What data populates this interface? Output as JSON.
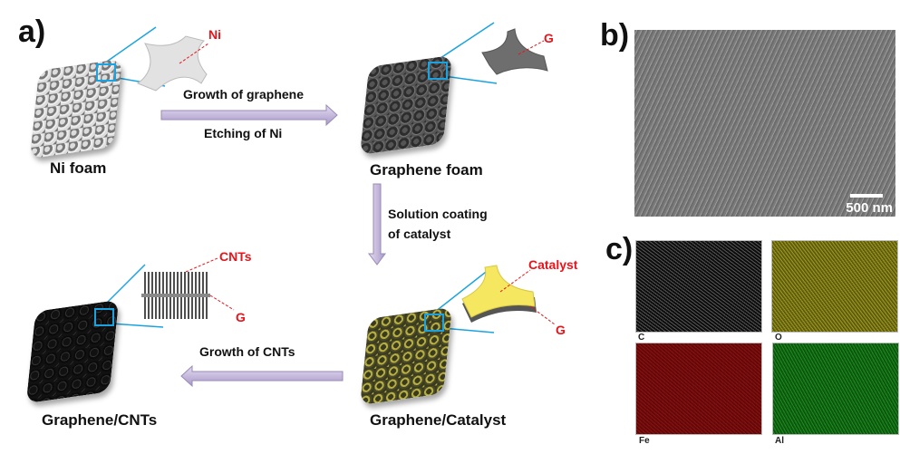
{
  "panel_a": {
    "label": "a)",
    "stages": {
      "ni_foam": "Ni foam",
      "graphene_foam": "Graphene foam",
      "graphene_catalyst": "Graphene/Catalyst",
      "graphene_cnts": "Graphene/CNTs"
    },
    "steps": {
      "growth_graphene": "Growth of graphene",
      "etching_ni": "Etching of Ni",
      "solution_coating_1": "Solution coating",
      "solution_coating_2": "of catalyst",
      "growth_cnts": "Growth of CNTs"
    },
    "callouts": {
      "ni": "Ni",
      "g_top": "G",
      "catalyst": "Catalyst",
      "g_catalyst": "G",
      "cnts": "CNTs",
      "g_cnts": "G"
    }
  },
  "panel_b": {
    "label": "b)",
    "scale_bar": "500 nm"
  },
  "panel_c": {
    "label": "c)",
    "maps": [
      "C",
      "O",
      "Fe",
      "Al"
    ]
  },
  "colors": {
    "arrow": "#c8b8e0",
    "callout": "#e8141b",
    "zoom_line": "#1aa3e0"
  }
}
